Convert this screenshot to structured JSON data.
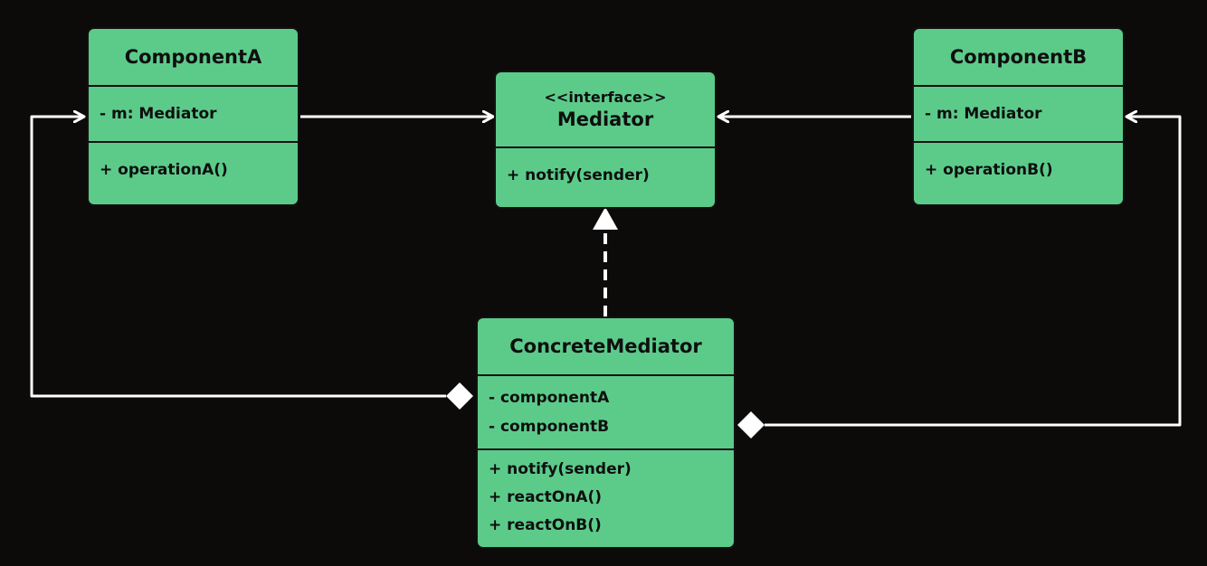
{
  "components": {
    "component_a": {
      "name": "ComponentA",
      "attributes": [
        "- m: Mediator"
      ],
      "operations": [
        "+ operationA()"
      ]
    },
    "component_b": {
      "name": "ComponentB",
      "attributes": [
        "- m: Mediator"
      ],
      "operations": [
        "+ operationB()"
      ]
    },
    "mediator": {
      "stereotype": "<<interface>>",
      "name": "Mediator",
      "operations": [
        "+ notify(sender)"
      ]
    },
    "concrete_mediator": {
      "name": "ConcreteMediator",
      "attributes": [
        "- componentA",
        "- componentB"
      ],
      "operations": [
        "+ notify(sender)",
        "+ reactOnA()",
        "+ reactOnB()"
      ]
    }
  },
  "colors": {
    "background": "#0c0b0a",
    "class_fill": "#5ccb8a",
    "border": "#111111",
    "connector": "#ffffff"
  }
}
